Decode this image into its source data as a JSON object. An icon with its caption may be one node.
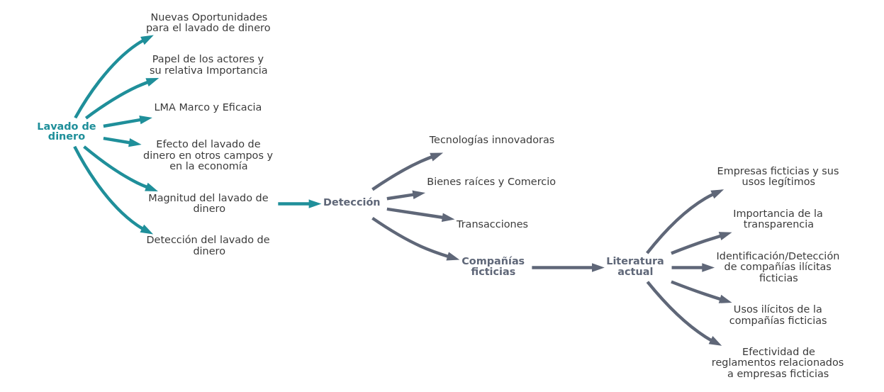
{
  "diagram": {
    "nodes": [
      {
        "text": [
          "Lavado de dinero"
        ]
      },
      {
        "text": [
          "Nuevas Oportunidades para el lavado de dinero"
        ]
      },
      {
        "text": [
          "Papel de los actores y su relativa Importancia"
        ]
      },
      {
        "text": [
          "LMA Marco y Eficacia"
        ]
      },
      {
        "text": [
          "Efecto del lavado de dinero en otros campos y en la economía"
        ]
      },
      {
        "text": [
          "Magnitud del lavado de dinero"
        ]
      },
      {
        "text": [
          "Detección del lavado de dinero"
        ]
      },
      {
        "text": [
          "Detección"
        ]
      },
      {
        "text": [
          "Tecnologías innovadoras"
        ]
      },
      {
        "text": [
          "Bienes raíces y Comercio"
        ]
      },
      {
        "text": [
          "Transacciones"
        ]
      },
      {
        "text": [
          "Compañías ficticias"
        ]
      },
      {
        "text": [
          "Literatura actual"
        ]
      },
      {
        "text": [
          "Empresas ficticias y sus usos legítimos"
        ]
      },
      {
        "text": [
          "Importancia de la transparencia"
        ]
      },
      {
        "text": [
          "Identificación/Detección de compañías ilícitas ficticias"
        ]
      },
      {
        "text": [
          "Usos ilícitos de la compañías ficticias"
        ]
      },
      {
        "text": [
          "Efectividad de reglamentos relacionados a empresas ficticias"
        ]
      }
    ],
    "edges": [
      {
        "from": 0,
        "to": 1,
        "arrow": "to",
        "color": "#1f8f9a"
      },
      {
        "from": 0,
        "to": 2,
        "arrow": "to",
        "color": "#1f8f9a"
      },
      {
        "from": 0,
        "to": 3,
        "arrow": "to",
        "color": "#1f8f9a"
      },
      {
        "from": 0,
        "to": 4,
        "arrow": "to",
        "color": "#1f8f9a"
      },
      {
        "from": 0,
        "to": 5,
        "arrow": "to",
        "color": "#1f8f9a"
      },
      {
        "from": 0,
        "to": 6,
        "arrow": "to",
        "color": "#1f8f9a"
      },
      {
        "from": 5,
        "to": 7,
        "arrow": "to",
        "color": "#1f8f9a"
      },
      {
        "from": 7,
        "to": 8,
        "arrow": "to"
      },
      {
        "from": 7,
        "to": 9,
        "arrow": "to"
      },
      {
        "from": 7,
        "to": 10,
        "arrow": "to"
      },
      {
        "from": 7,
        "to": 11,
        "arrow": "to"
      },
      {
        "from": 11,
        "to": 12,
        "arrow": "to"
      },
      {
        "from": 12,
        "to": 13,
        "arrow": "to"
      },
      {
        "from": 12,
        "to": 14,
        "arrow": "to"
      },
      {
        "from": 12,
        "to": 15,
        "arrow": "to"
      },
      {
        "from": 12,
        "to": 16,
        "arrow": "to"
      },
      {
        "from": 12,
        "to": 17,
        "arrow": "to"
      }
    ]
  }
}
